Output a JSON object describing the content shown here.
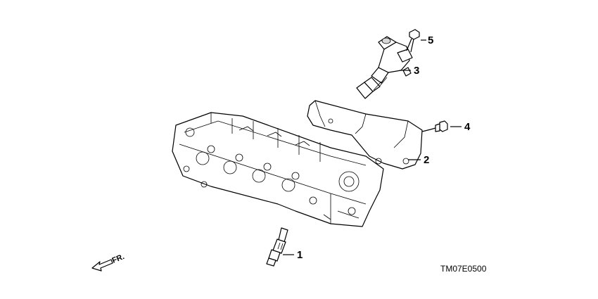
{
  "callouts": {
    "c1": "1",
    "c2": "2",
    "c3": "3",
    "c4": "4",
    "c5": "5"
  },
  "front_indicator": "FR.",
  "diagram_code": "TM07E0500"
}
